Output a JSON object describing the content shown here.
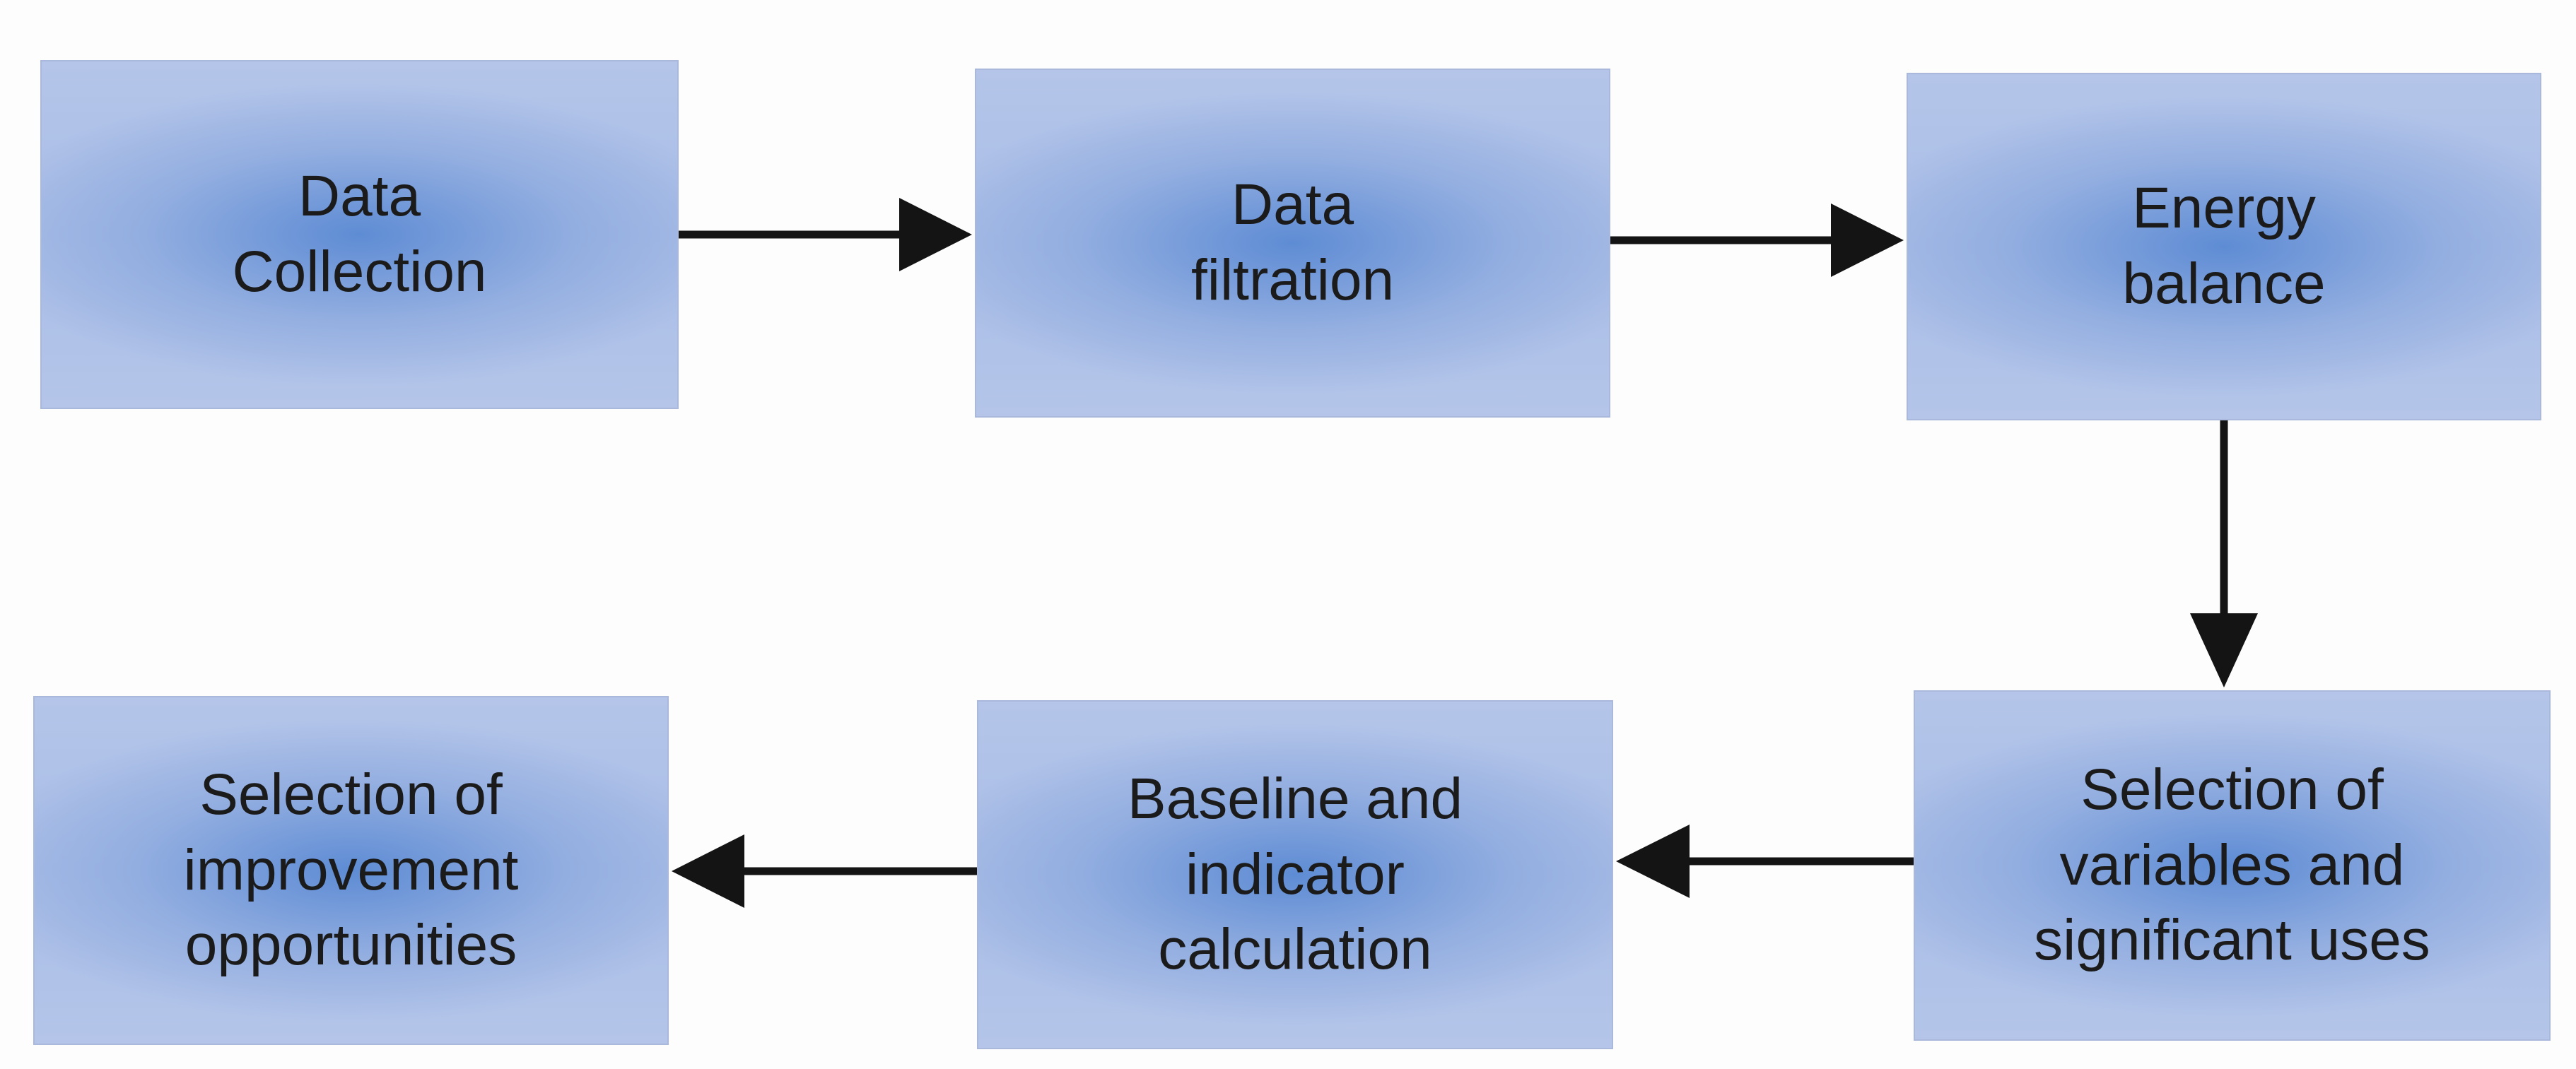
{
  "diagram": {
    "steps": [
      {
        "id": "data-collection",
        "label": "Data\nCollection"
      },
      {
        "id": "data-filtration",
        "label": "Data\nfiltration"
      },
      {
        "id": "energy-balance",
        "label": "Energy\nbalance"
      },
      {
        "id": "selection-variables",
        "label": "Selection of\nvariables and\nsignificant uses"
      },
      {
        "id": "baseline-indicator",
        "label": "Baseline and\nindicator\ncalculation"
      },
      {
        "id": "selection-opportunities",
        "label": "Selection of\nimprovement\nopportunities"
      }
    ],
    "flow": [
      [
        "data-collection",
        "data-filtration"
      ],
      [
        "data-filtration",
        "energy-balance"
      ],
      [
        "energy-balance",
        "selection-variables"
      ],
      [
        "selection-variables",
        "baseline-indicator"
      ],
      [
        "baseline-indicator",
        "selection-opportunities"
      ]
    ],
    "colors": {
      "box_center": "#5e8cd4",
      "box_edge": "#b4c5e9",
      "box_border": "#aab8dc",
      "arrow": "#141414",
      "text": "#1b1b1b",
      "background": "#fdfdfd"
    }
  }
}
